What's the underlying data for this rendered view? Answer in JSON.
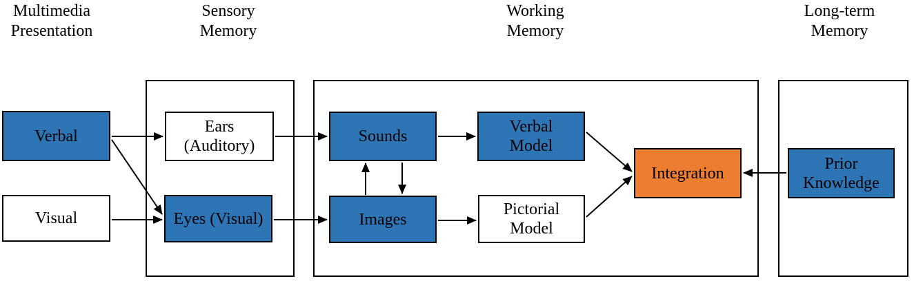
{
  "colors": {
    "box_blue": "#2E75B6",
    "box_orange": "#ED7D31",
    "box_white": "#FFFFFF",
    "border": "#000000",
    "text": "#000000",
    "background": "#FFFFFF"
  },
  "headers": {
    "multimedia_presentation": {
      "line1": "Multimedia",
      "line2": "Presentation"
    },
    "sensory_memory": {
      "line1": "Sensory",
      "line2": "Memory"
    },
    "working_memory": {
      "line1": "Working",
      "line2": "Memory"
    },
    "long_term_memory": {
      "line1": "Long-term",
      "line2": "Memory"
    }
  },
  "boxes": {
    "verbal": {
      "label": "Verbal",
      "fill": "blue"
    },
    "visual": {
      "label": "Visual",
      "fill": "white"
    },
    "ears": {
      "line1": "Ears",
      "line2": "(Auditory)",
      "fill": "white"
    },
    "eyes": {
      "label": "Eyes (Visual)",
      "fill": "blue"
    },
    "sounds": {
      "label": "Sounds",
      "fill": "blue"
    },
    "images": {
      "label": "Images",
      "fill": "blue"
    },
    "verbal_model": {
      "line1": "Verbal",
      "line2": "Model",
      "fill": "blue"
    },
    "pictorial_model": {
      "line1": "Pictorial",
      "line2": "Model",
      "fill": "white"
    },
    "integration": {
      "label": "Integration",
      "fill": "orange"
    },
    "prior_knowledge": {
      "line1": "Prior",
      "line2": "Knowledge",
      "fill": "blue"
    }
  },
  "arrows": [
    {
      "from": "verbal",
      "to": "ears"
    },
    {
      "from": "verbal",
      "to": "eyes"
    },
    {
      "from": "visual",
      "to": "eyes"
    },
    {
      "from": "ears",
      "to": "sounds"
    },
    {
      "from": "eyes",
      "to": "images"
    },
    {
      "from": "images",
      "to": "sounds"
    },
    {
      "from": "sounds",
      "to": "images"
    },
    {
      "from": "sounds",
      "to": "verbal_model"
    },
    {
      "from": "images",
      "to": "pictorial_model"
    },
    {
      "from": "verbal_model",
      "to": "integration"
    },
    {
      "from": "pictorial_model",
      "to": "integration"
    },
    {
      "from": "prior_knowledge",
      "to": "integration"
    }
  ]
}
